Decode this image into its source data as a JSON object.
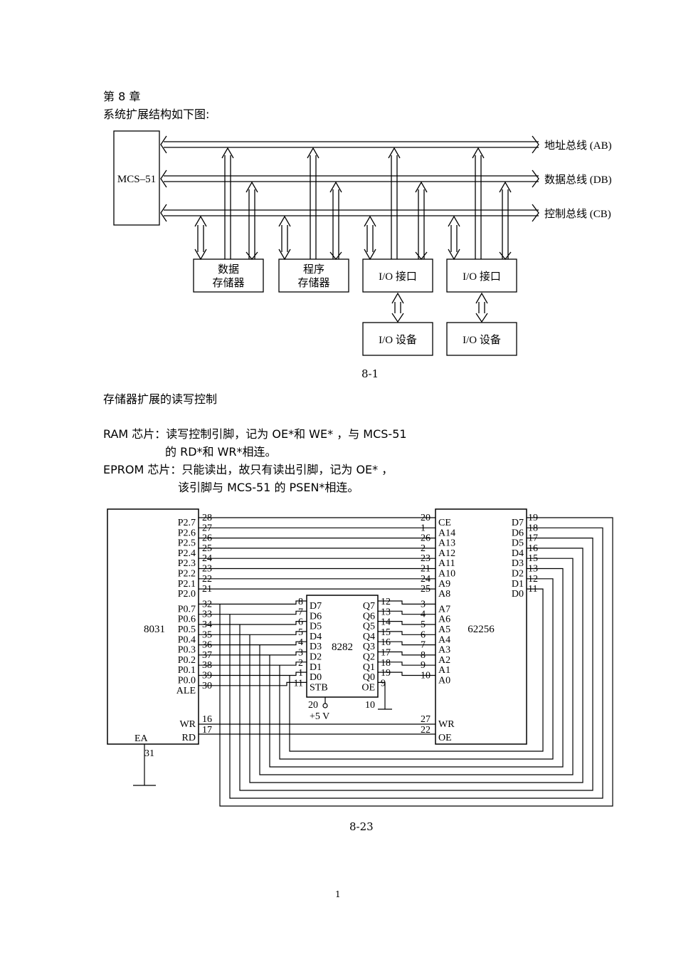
{
  "doc": {
    "chapter": "第 8 章",
    "intro": "系统扩展结构如下图:",
    "fig1_caption": "8-1",
    "section_title": "存储器扩展的读写控制",
    "ram_line1": "RAM 芯片：读写控制引脚，记为 OE*和 WE* ，与 MCS-51",
    "ram_line2": "的 RD*和 WR*相连。",
    "eprom_line1": "EPROM 芯片：只能读出，故只有读出引脚，记为 OE* ，",
    "eprom_line2": "该引脚与 MCS-51 的 PSEN*相连。",
    "fig2_caption": "8-23",
    "page_number": "1"
  },
  "fig1": {
    "cpu": "MCS–51",
    "buses": [
      "地址总线 (AB)",
      "数据总线 (DB)",
      "控制总线 (CB)"
    ],
    "blocks": [
      {
        "l1": "数据",
        "l2": "存储器"
      },
      {
        "l1": "程序",
        "l2": "存储器"
      },
      {
        "l1": "I/O 接口",
        "l2": ""
      },
      {
        "l1": "I/O 接口",
        "l2": ""
      }
    ],
    "devices": [
      "I/O 设备",
      "I/O 设备"
    ]
  },
  "fig2": {
    "chip8031": {
      "name": "8031",
      "pins": [
        {
          "label": "P2.7",
          "num": "28"
        },
        {
          "label": "P2.6",
          "num": "27"
        },
        {
          "label": "P2.5",
          "num": "26"
        },
        {
          "label": "P2.4",
          "num": "25"
        },
        {
          "label": "P2.3",
          "num": "24"
        },
        {
          "label": "P2.2",
          "num": "23"
        },
        {
          "label": "P2.1",
          "num": "22"
        },
        {
          "label": "P2.0",
          "num": "21"
        },
        {
          "label": "P0.7",
          "num": "32"
        },
        {
          "label": "P0.6",
          "num": "33"
        },
        {
          "label": "P0.5",
          "num": "34"
        },
        {
          "label": "P0.4",
          "num": "35"
        },
        {
          "label": "P0.3",
          "num": "36"
        },
        {
          "label": "P0.2",
          "num": "37"
        },
        {
          "label": "P0.1",
          "num": "38"
        },
        {
          "label": "P0.0",
          "num": "39"
        },
        {
          "label": "ALE",
          "num": "30"
        }
      ],
      "wr": "WR",
      "wr_num": "16",
      "rd": "RD",
      "rd_num": "17",
      "ea": "EA",
      "ea_num": "31"
    },
    "chip8282": {
      "name": "8282",
      "in_pins": [
        {
          "label": "D7",
          "num": "8"
        },
        {
          "label": "D6",
          "num": "7"
        },
        {
          "label": "D5",
          "num": "6"
        },
        {
          "label": "D4",
          "num": "5"
        },
        {
          "label": "D3",
          "num": "4"
        },
        {
          "label": "D2",
          "num": "3"
        },
        {
          "label": "D1",
          "num": "2"
        },
        {
          "label": "D0",
          "num": "1"
        },
        {
          "label": "STB",
          "num": "11"
        }
      ],
      "out_pins": [
        {
          "label": "Q7",
          "num": "12"
        },
        {
          "label": "Q6",
          "num": "13"
        },
        {
          "label": "Q5",
          "num": "14"
        },
        {
          "label": "Q4",
          "num": "15"
        },
        {
          "label": "Q3",
          "num": "16"
        },
        {
          "label": "Q2",
          "num": "17"
        },
        {
          "label": "Q1",
          "num": "18"
        },
        {
          "label": "Q0",
          "num": "19"
        },
        {
          "label": "OE",
          "num": "9"
        }
      ],
      "vcc_num": "20",
      "vcc": "+5 V",
      "gnd_num": "10"
    },
    "chip62256": {
      "name": "62256",
      "left_pins": [
        {
          "label": "CE",
          "num": "20"
        },
        {
          "label": "A14",
          "num": "1"
        },
        {
          "label": "A13",
          "num": "26"
        },
        {
          "label": "A12",
          "num": "2"
        },
        {
          "label": "A11",
          "num": "23"
        },
        {
          "label": "A10",
          "num": "21"
        },
        {
          "label": "A9",
          "num": "24"
        },
        {
          "label": "A8",
          "num": "25"
        },
        {
          "label": "A7",
          "num": "3"
        },
        {
          "label": "A6",
          "num": "4"
        },
        {
          "label": "A5",
          "num": "5"
        },
        {
          "label": "A4",
          "num": "6"
        },
        {
          "label": "A3",
          "num": "7"
        },
        {
          "label": "A2",
          "num": "8"
        },
        {
          "label": "A1",
          "num": "9"
        },
        {
          "label": "A0",
          "num": "10"
        }
      ],
      "right_pins": [
        {
          "label": "D7",
          "num": "19"
        },
        {
          "label": "D6",
          "num": "18"
        },
        {
          "label": "D5",
          "num": "17"
        },
        {
          "label": "D4",
          "num": "16"
        },
        {
          "label": "D3",
          "num": "15"
        },
        {
          "label": "D2",
          "num": "13"
        },
        {
          "label": "D1",
          "num": "12"
        },
        {
          "label": "D0",
          "num": "11"
        }
      ],
      "wr": "WR",
      "wr_num": "27",
      "oe": "OE",
      "oe_num": "22"
    }
  }
}
